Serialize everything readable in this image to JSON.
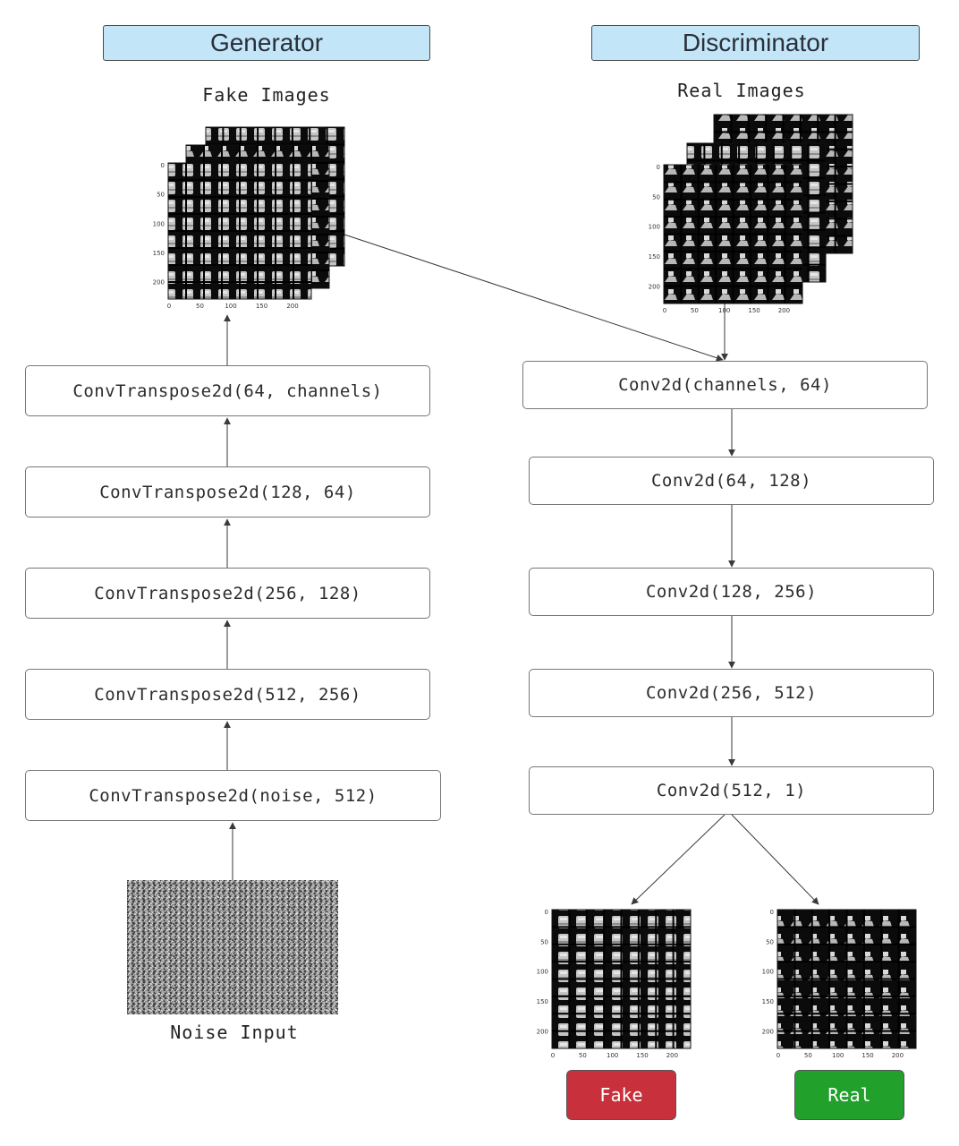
{
  "generator": {
    "title": "Generator",
    "fake_images_caption": "Fake Images",
    "noise_caption": "Noise Input",
    "layers": [
      "ConvTranspose2d(64, channels)",
      "ConvTranspose2d(128, 64)",
      "ConvTranspose2d(256, 128)",
      "ConvTranspose2d(512, 256)",
      "ConvTranspose2d(noise, 512)"
    ]
  },
  "discriminator": {
    "title": "Discriminator",
    "real_images_caption": "Real Images",
    "layers": [
      "Conv2d(channels, 64)",
      "Conv2d(64, 128)",
      "Conv2d(128, 256)",
      "Conv2d(256, 512)",
      "Conv2d(512, 1)"
    ],
    "outputs": {
      "fake_label": "Fake",
      "real_label": "Real",
      "fake_color": "#c8313c",
      "real_color": "#22a02c"
    }
  },
  "image_axes": {
    "y_ticks": [
      "0",
      "50",
      "100",
      "150",
      "200"
    ],
    "x_ticks": [
      "0",
      "50",
      "100",
      "150",
      "200"
    ]
  },
  "colors": {
    "header_fill": "#c2e5f8",
    "arrow": "#3a3a3a"
  }
}
